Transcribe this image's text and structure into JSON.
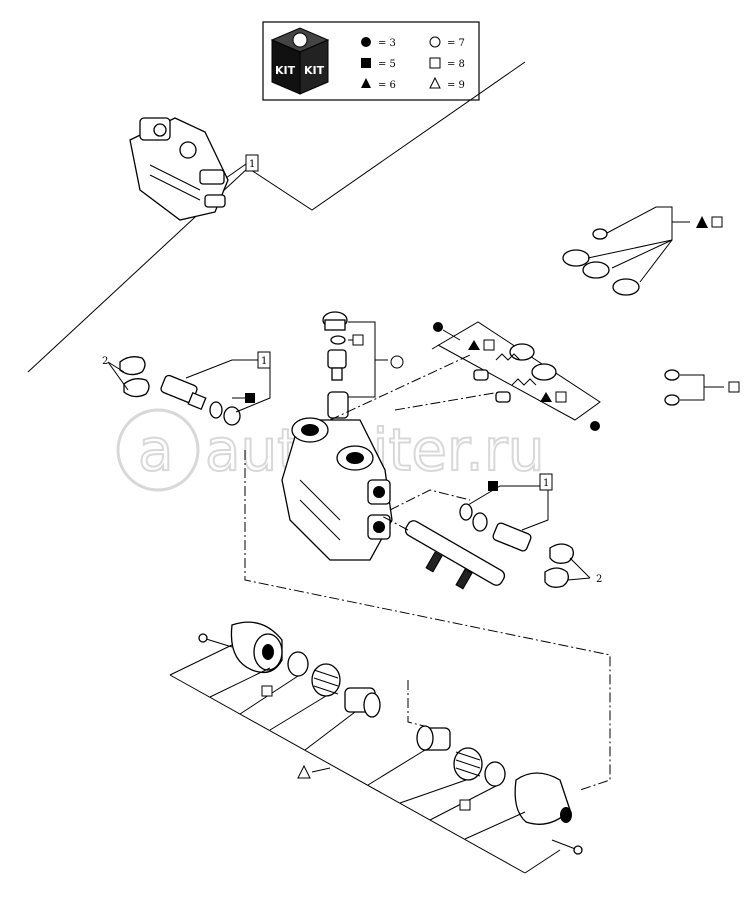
{
  "legend": {
    "kit_label": "KIT",
    "items": [
      {
        "symbol": "filled-circle",
        "text": "= 3"
      },
      {
        "symbol": "hollow-circle",
        "text": "= 7"
      },
      {
        "symbol": "filled-square",
        "text": "= 5"
      },
      {
        "symbol": "hollow-square",
        "text": "= 8"
      },
      {
        "symbol": "filled-triangle",
        "text": "= 6"
      },
      {
        "symbol": "hollow-triangle",
        "text": "= 9"
      }
    ]
  },
  "callouts": {
    "ref_one": "1",
    "ref_two": "2"
  },
  "watermark": "autopiter.ru"
}
